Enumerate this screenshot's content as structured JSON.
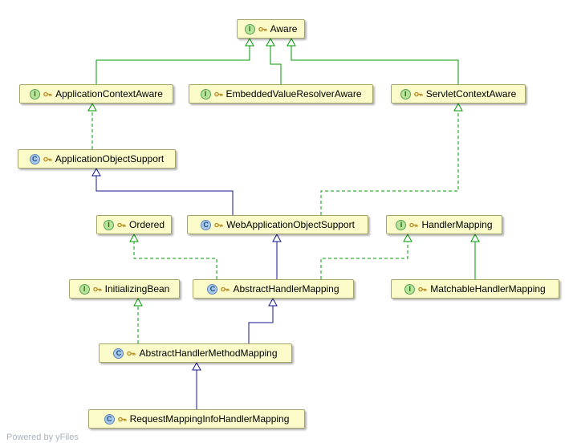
{
  "watermark": "Powered by yFiles",
  "icons": {
    "interface_letter": "I",
    "class_letter": "C"
  },
  "colors": {
    "node_fill": "#fbfbc9",
    "node_border": "#a5a56b",
    "interface_edge_green": "#009a00",
    "class_edge_navy": "#14148c"
  },
  "nodes": {
    "aware": {
      "label": "Aware",
      "kind": "interface"
    },
    "applicationContextAware": {
      "label": "ApplicationContextAware",
      "kind": "interface"
    },
    "embeddedValueResolverAware": {
      "label": "EmbeddedValueResolverAware",
      "kind": "interface"
    },
    "servletContextAware": {
      "label": "ServletContextAware",
      "kind": "interface"
    },
    "applicationObjectSupport": {
      "label": "ApplicationObjectSupport",
      "kind": "class"
    },
    "ordered": {
      "label": "Ordered",
      "kind": "interface"
    },
    "webApplicationObjectSupport": {
      "label": "WebApplicationObjectSupport",
      "kind": "class"
    },
    "handlerMapping": {
      "label": "HandlerMapping",
      "kind": "interface"
    },
    "initializingBean": {
      "label": "InitializingBean",
      "kind": "interface"
    },
    "abstractHandlerMapping": {
      "label": "AbstractHandlerMapping",
      "kind": "class"
    },
    "matchableHandlerMapping": {
      "label": "MatchableHandlerMapping",
      "kind": "interface"
    },
    "abstractHandlerMethodMapping": {
      "label": "AbstractHandlerMethodMapping",
      "kind": "class"
    },
    "requestMappingInfoHandlerMapping": {
      "label": "RequestMappingInfoHandlerMapping",
      "kind": "class"
    }
  },
  "edges": [
    {
      "from": "ApplicationContextAware",
      "to": "Aware",
      "type": "extends"
    },
    {
      "from": "EmbeddedValueResolverAware",
      "to": "Aware",
      "type": "extends"
    },
    {
      "from": "ServletContextAware",
      "to": "Aware",
      "type": "extends"
    },
    {
      "from": "ApplicationObjectSupport",
      "to": "ApplicationContextAware",
      "type": "implements"
    },
    {
      "from": "WebApplicationObjectSupport",
      "to": "ApplicationObjectSupport",
      "type": "extends"
    },
    {
      "from": "WebApplicationObjectSupport",
      "to": "ServletContextAware",
      "type": "implements"
    },
    {
      "from": "AbstractHandlerMapping",
      "to": "Ordered",
      "type": "implements"
    },
    {
      "from": "AbstractHandlerMapping",
      "to": "WebApplicationObjectSupport",
      "type": "extends"
    },
    {
      "from": "AbstractHandlerMapping",
      "to": "HandlerMapping",
      "type": "implements"
    },
    {
      "from": "MatchableHandlerMapping",
      "to": "HandlerMapping",
      "type": "extends"
    },
    {
      "from": "AbstractHandlerMethodMapping",
      "to": "InitializingBean",
      "type": "implements"
    },
    {
      "from": "AbstractHandlerMethodMapping",
      "to": "AbstractHandlerMapping",
      "type": "extends"
    },
    {
      "from": "RequestMappingInfoHandlerMapping",
      "to": "AbstractHandlerMethodMapping",
      "type": "extends"
    }
  ]
}
